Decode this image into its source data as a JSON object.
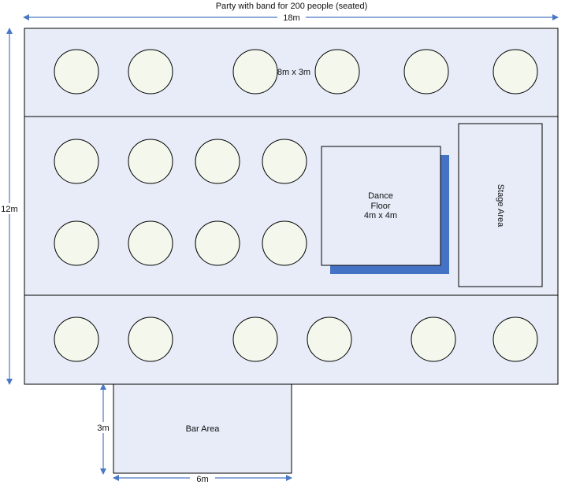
{
  "title": "Party with band for 200 people (seated)",
  "dimensions": {
    "width_label": "18m",
    "height_label": "12m",
    "bar_height_label": "3m",
    "bar_width_label": "6m"
  },
  "sections": {
    "top_row_label": "8m x 3m"
  },
  "dance_floor": {
    "line1": "Dance",
    "line2": "Floor",
    "line3": "4m x 4m"
  },
  "stage": {
    "label": "Stage Area"
  },
  "bar": {
    "label": "Bar Area"
  },
  "colors": {
    "section_fill": "#e7ecf8",
    "table_fill": "#f3f7ec",
    "outline": "#000000",
    "dimension_arrow": "#4a78c4",
    "dance_shadow": "#4472c4"
  }
}
